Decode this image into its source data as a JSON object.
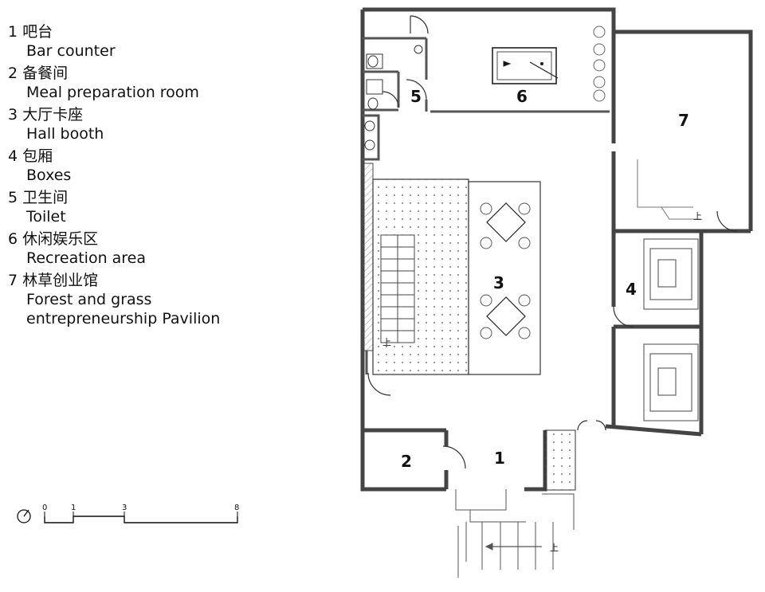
{
  "legend": [
    {
      "num": "1",
      "cn": "吧台",
      "en": [
        "Bar counter"
      ]
    },
    {
      "num": "2",
      "cn": "备餐间",
      "en": [
        "Meal preparation room"
      ]
    },
    {
      "num": "3",
      "cn": "大厅卡座",
      "en": [
        "Hall booth"
      ]
    },
    {
      "num": "4",
      "cn": "包厢",
      "en": [
        "Boxes"
      ]
    },
    {
      "num": "5",
      "cn": "卫生间",
      "en": [
        "Toilet"
      ]
    },
    {
      "num": "6",
      "cn": "休闲娱乐区",
      "en": [
        "Recreation area"
      ]
    },
    {
      "num": "7",
      "cn": "林草创业馆",
      "en": [
        "Forest and grass",
        "entrepreneurship Pavilion"
      ]
    }
  ],
  "room_labels": [
    "1",
    "2",
    "3",
    "4",
    "5",
    "6",
    "7"
  ],
  "stair_markers": [
    "上",
    "上",
    "上"
  ],
  "scale_bar": {
    "ticks": [
      "0",
      "1",
      "3",
      "8"
    ]
  },
  "colors": {
    "wall": "#555555",
    "line": "#333333",
    "fill_dots": "#444444"
  }
}
